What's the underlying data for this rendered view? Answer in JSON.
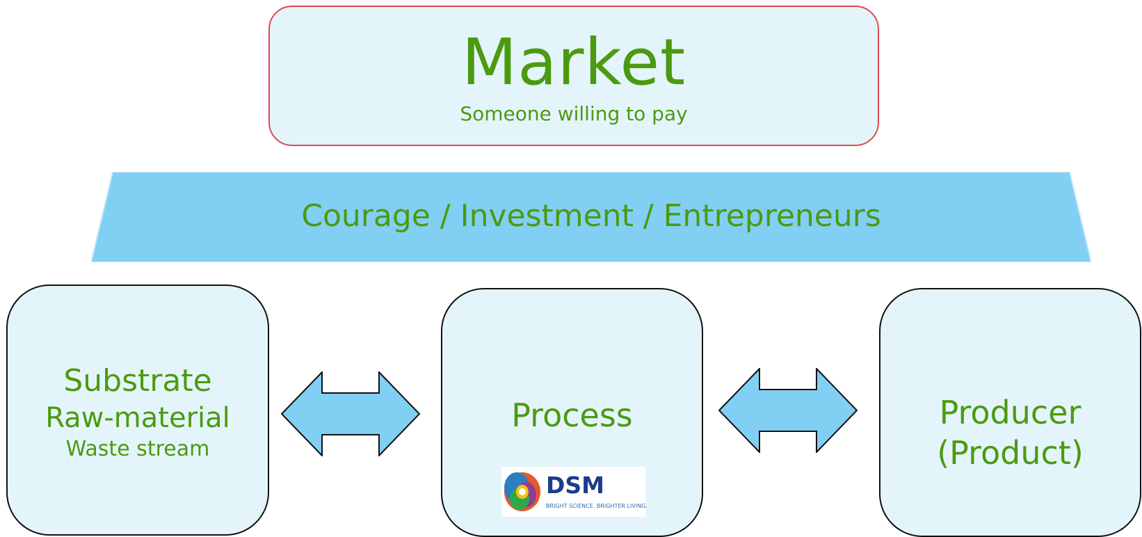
{
  "market": {
    "title": "Market",
    "subtitle": "Someone willing to pay"
  },
  "banner": {
    "text": "Courage / Investment / Entrepreneurs"
  },
  "nodes": {
    "substrate": {
      "line1": "Substrate",
      "line2": "Raw-material",
      "line3": "Waste stream"
    },
    "process": {
      "label": "Process"
    },
    "producer": {
      "line1": "Producer",
      "line2": "(Product)"
    }
  },
  "logo": {
    "wordmark": "DSM",
    "tagline": "BRIGHT SCIENCE. BRIGHTER LIVING."
  },
  "colors": {
    "text_green": "#4c9a0f",
    "box_fill": "#e3f5fb",
    "banner_fill": "#82cff4",
    "arrow_fill": "#82cff4",
    "market_border": "#e0494a"
  },
  "icons": {
    "arrow_left": "double-headed-arrow-icon",
    "arrow_right": "double-headed-arrow-icon"
  }
}
